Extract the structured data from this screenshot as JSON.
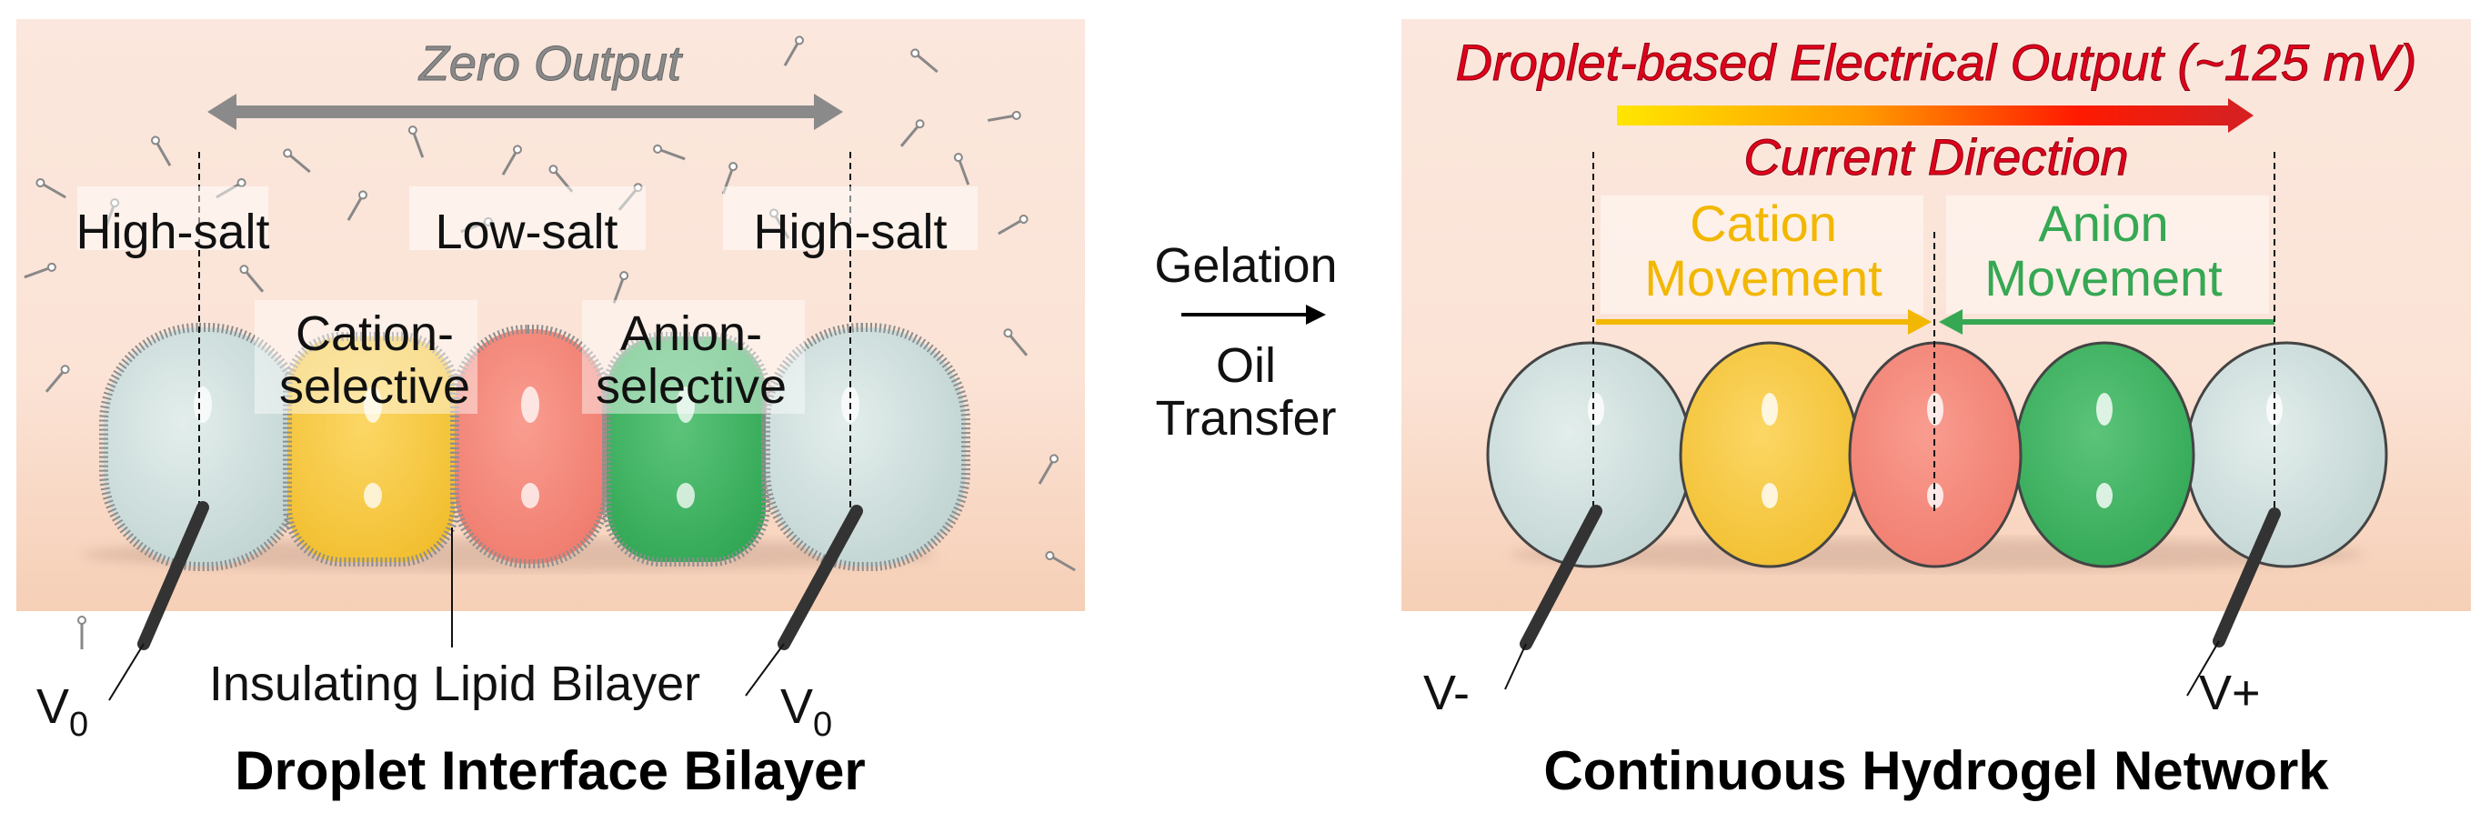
{
  "left_panel": {
    "title": "Droplet Interface Bilayer",
    "output_label": "Zero Output",
    "salt_labels": [
      "High-salt",
      "Low-salt",
      "High-salt"
    ],
    "cation_selective": [
      "Cation-",
      "selective"
    ],
    "anion_selective": [
      "Anion-",
      "selective"
    ],
    "bilayer_label": "Insulating Lipid Bilayer",
    "electrode_left": "V",
    "electrode_left_sub": "0",
    "electrode_right": "V",
    "electrode_right_sub": "0"
  },
  "middle": {
    "step_top": "Gelation",
    "step_bottom_1": "Oil",
    "step_bottom_2": "Transfer"
  },
  "right_panel": {
    "title": "Continuous Hydrogel Network",
    "output_label": "Droplet-based Electrical Output (~125 mV)",
    "current_label": "Current Direction",
    "cation_movement": [
      "Cation",
      "Movement"
    ],
    "anion_movement": [
      "Anion",
      "Movement"
    ],
    "electrode_left": "V-",
    "electrode_right": "V+"
  },
  "colors": {
    "background_top": "#fbe7dd",
    "background_bottom": "#f6cfb6",
    "droplet_high_salt": "#cfe0de",
    "droplet_cation": "#f8c843",
    "droplet_low_salt": "#f58a7c",
    "droplet_anion": "#3fb561",
    "output_red": "#e0001b",
    "cation_text": "#f2b700",
    "anion_text": "#36a853"
  }
}
